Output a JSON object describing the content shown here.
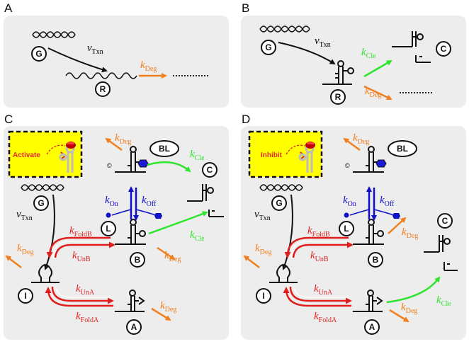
{
  "panels": {
    "a": {
      "letter": "A"
    },
    "b": {
      "letter": "B"
    },
    "c": {
      "letter": "C"
    },
    "d": {
      "letter": "D"
    }
  },
  "species": {
    "G": "G",
    "R": "R",
    "C": "C",
    "I": "I",
    "A": "A",
    "B": "B",
    "L": "L",
    "BL": "BL"
  },
  "rates": {
    "k": "k",
    "v": "v",
    "txn": "Txn",
    "deg": "Deg",
    "cle": "Cle",
    "on": "On",
    "off": "Off",
    "foldB": "FoldB",
    "unB": "UnB",
    "unA": "UnA",
    "foldA": "FoldA"
  },
  "boxes": {
    "activate": "Activate",
    "inhibit": "Inhibit"
  },
  "marks": {
    "copyright": "©"
  },
  "colors": {
    "panel_bg": "#ededed",
    "orange": "#f07f1e",
    "green": "#2ee52e",
    "blue": "#1010c8",
    "red": "#e01e1e",
    "yellow": "#ffff00",
    "aptamer_gray": "#bdbdbd",
    "ligand_blue": "#1b1bd6"
  }
}
